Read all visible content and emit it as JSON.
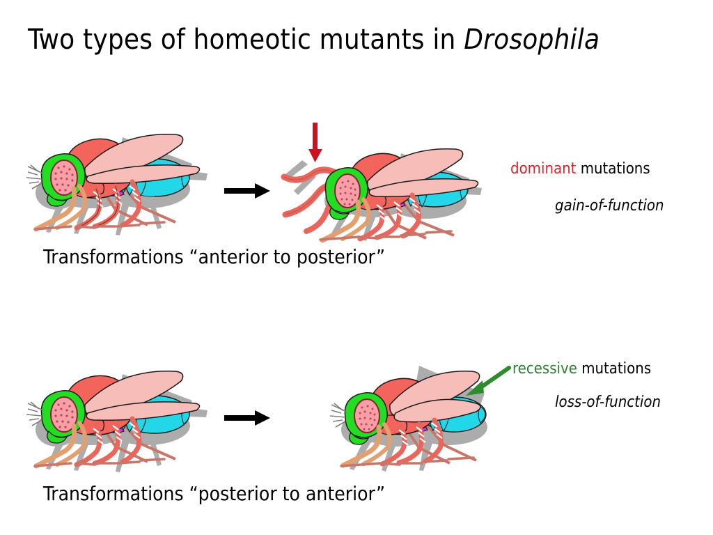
{
  "slide": {
    "background_color": "#ffffff",
    "title": {
      "text_before_italic": "Two types of homeotic mutants in ",
      "italic_species": "Drosophila",
      "color": "#000000"
    },
    "captions": {
      "top": "Transformations “anterior to posterior”",
      "bottom": "Transformations “posterior to anterior”"
    },
    "annotations": {
      "top": {
        "keyword": "dominant",
        "keyword_color": "#D8252A",
        "keyword_suffix": " mutations",
        "subtitle": "gain-of-function",
        "pointer_icon": "down-arrow-icon",
        "pointer_color": "#CC1122"
      },
      "bottom": {
        "keyword": "recessive",
        "keyword_color": "#2E7D32",
        "keyword_suffix": " mutations",
        "subtitle": "loss-of-function",
        "pointer_icon": "down-left-arrow-icon",
        "pointer_color": "#2E8B2E"
      }
    },
    "transformation_arrows": {
      "icon": "right-arrow-icon",
      "color": "#000000",
      "count": 2
    },
    "figures": [
      {
        "id": "fly-wild-type-top",
        "role": "wild-type fly",
        "row": "top",
        "side": "left"
      },
      {
        "id": "fly-mutant-antennapedia",
        "role": "dominant homeotic mutant with legs in place of antennae",
        "row": "top",
        "side": "right"
      },
      {
        "id": "fly-wild-type-bottom",
        "role": "wild-type fly",
        "row": "bottom",
        "side": "left"
      },
      {
        "id": "fly-mutant-bithorax",
        "role": "recessive homeotic mutant with four wings",
        "row": "bottom",
        "side": "right"
      }
    ],
    "fly_palette": {
      "head": "#22DD22",
      "eye": "#F5A0A8",
      "eye_outline": "#8C2030",
      "thorax": "#F2645C",
      "wing": "#F7BDB8",
      "leg": "#E8665C",
      "leg_pale": "#E2A070",
      "abdomen_segment_1": "#FF2200",
      "abdomen_segment_2": "#F026D8",
      "abdomen_segment_3": "#E02CE0",
      "abdomen_segment_4": "#22D8E8",
      "shadow": "#9E9E9E",
      "outline": "#1A1A1A"
    }
  }
}
